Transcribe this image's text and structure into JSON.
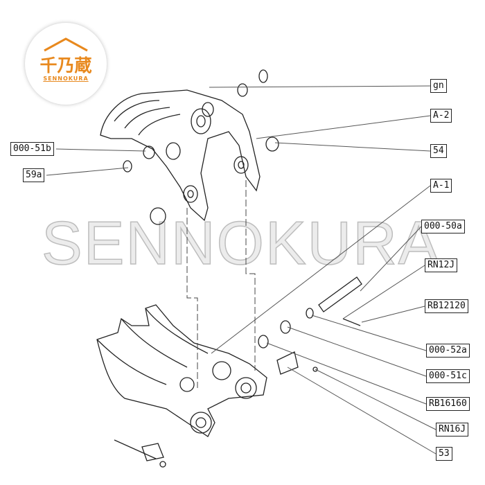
{
  "logo": {
    "kanji": "千乃蔵",
    "sub": "SENNOKURA",
    "color": "#e8891e"
  },
  "watermark": "SENNOKURA",
  "labels": {
    "gn": "gn",
    "a2": "A-2",
    "p54": "54",
    "a1": "A-1",
    "p000_50a": "000-50a",
    "rn12j": "RN12J",
    "rb12120": "RB12120",
    "p000_52a": "000-52a",
    "p000_51c": "000-51c",
    "rb16160": "RB16160",
    "rn16j": "RN16J",
    "p53": "53",
    "p000_51b": "000-51b",
    "p59a": "59a"
  }
}
